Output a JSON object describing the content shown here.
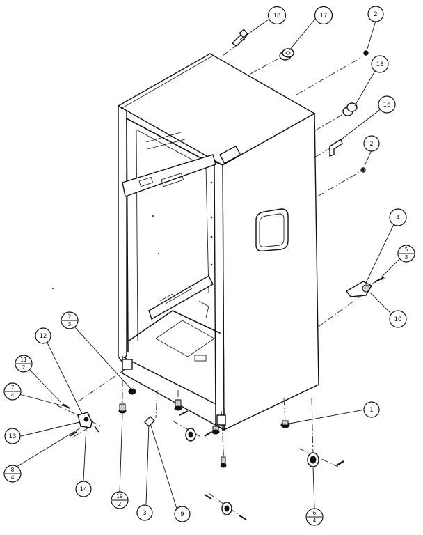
{
  "callouts": {
    "c18a": {
      "label": "18"
    },
    "c17": {
      "label": "17"
    },
    "c2a": {
      "label": "2"
    },
    "c18b": {
      "label": "18"
    },
    "c16": {
      "label": "16"
    },
    "c2b": {
      "label": "2"
    },
    "c4": {
      "label": "4"
    },
    "c5_3": {
      "top": "5",
      "bottom": "3"
    },
    "c10": {
      "label": "10"
    },
    "c1": {
      "label": "1"
    },
    "c6_4b": {
      "top": "6",
      "bottom": "4"
    },
    "c9": {
      "label": "9"
    },
    "c3": {
      "label": "3"
    },
    "c19_2": {
      "top": "19",
      "bottom": "2"
    },
    "c14": {
      "label": "14"
    },
    "c8_4": {
      "top": "8",
      "bottom": "4"
    },
    "c13": {
      "label": "13"
    },
    "c7_4": {
      "top": "7",
      "bottom": "4"
    },
    "c11_2": {
      "top": "11",
      "bottom": "2"
    },
    "c12": {
      "label": "12"
    },
    "c2_3": {
      "top": "2",
      "bottom": "3"
    }
  }
}
